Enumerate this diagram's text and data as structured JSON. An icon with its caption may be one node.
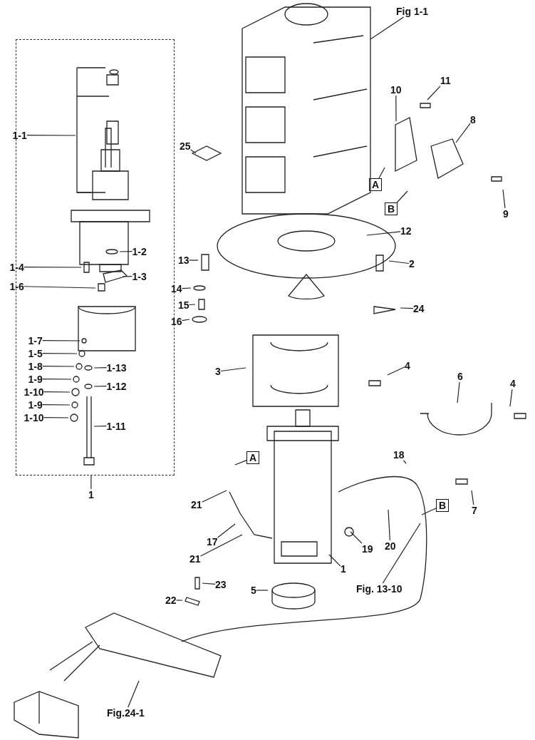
{
  "diagram": {
    "nodes": [
      {
        "text": [],
        "shape": "box"
      },
      {
        "text": [
          "1-1"
        ],
        "in": 0
      },
      {
        "text": [
          "1-2"
        ],
        "in": 0
      },
      {
        "text": [
          "1-4"
        ],
        "in": 0
      },
      {
        "text": [
          "1-3"
        ],
        "in": 0
      },
      {
        "text": [
          "1-6"
        ],
        "in": 0
      },
      {
        "text": [
          "1-7"
        ],
        "in": 0
      },
      {
        "text": [
          "1-5"
        ],
        "in": 0
      },
      {
        "text": [
          "1-13"
        ],
        "in": 0
      },
      {
        "text": [
          "1-8"
        ],
        "in": 0
      },
      {
        "text": [
          "1-12"
        ],
        "in": 0
      },
      {
        "text": [
          "1-9"
        ],
        "in": 0
      },
      {
        "text": [
          "1-10"
        ],
        "in": 0
      },
      {
        "text": [
          "1-11"
        ],
        "in": 0
      },
      {
        "text": [
          "1-9"
        ],
        "in": 0
      },
      {
        "text": [
          "1-10"
        ],
        "in": 0
      },
      {
        "text": [
          "1"
        ]
      },
      {
        "text": [
          "Fig 1-1"
        ]
      },
      {
        "text": [
          "11"
        ]
      },
      {
        "text": [
          "10"
        ]
      },
      {
        "text": [
          "8"
        ]
      },
      {
        "text": [
          "25"
        ]
      },
      {
        "text": [
          "A"
        ]
      },
      {
        "text": [
          "B"
        ]
      },
      {
        "text": [
          "9"
        ]
      },
      {
        "text": [
          "12"
        ]
      },
      {
        "text": [
          "13"
        ]
      },
      {
        "text": [
          "2"
        ]
      },
      {
        "text": [
          "14"
        ]
      },
      {
        "text": [
          "15"
        ]
      },
      {
        "text": [
          "24"
        ]
      },
      {
        "text": [
          "16"
        ]
      },
      {
        "text": [
          "3"
        ]
      },
      {
        "text": [
          "4"
        ]
      },
      {
        "text": [
          "6"
        ]
      },
      {
        "text": [
          "4"
        ]
      },
      {
        "text": [
          "A"
        ]
      },
      {
        "text": [
          "18"
        ]
      },
      {
        "text": [
          "21"
        ]
      },
      {
        "text": [
          "7"
        ]
      },
      {
        "text": [
          "17"
        ]
      },
      {
        "text": [
          "19"
        ]
      },
      {
        "text": [
          "20"
        ]
      },
      {
        "text": [
          "B"
        ]
      },
      {
        "text": [
          "21"
        ]
      },
      {
        "text": [
          "1"
        ]
      },
      {
        "text": [
          "5"
        ]
      },
      {
        "text": [
          "Fig. 13-10"
        ]
      },
      {
        "text": [
          "23"
        ]
      },
      {
        "text": [
          "22"
        ]
      },
      {
        "text": [
          "Fig.24-1"
        ]
      }
    ],
    "edges": [
      {
        "from": 1,
        "to": null,
        "arrow": "none"
      },
      {
        "from": 2,
        "to": null,
        "arrow": "none"
      },
      {
        "from": 3,
        "to": null,
        "arrow": "none"
      },
      {
        "from": 4,
        "to": null,
        "arrow": "none"
      },
      {
        "from": 5,
        "to": null,
        "arrow": "none"
      },
      {
        "from": 6,
        "to": null,
        "arrow": "none"
      },
      {
        "from": 7,
        "to": null,
        "arrow": "none"
      },
      {
        "from": 8,
        "to": null,
        "arrow": "none"
      },
      {
        "from": 9,
        "to": null,
        "arrow": "none"
      },
      {
        "from": 10,
        "to": null,
        "arrow": "none"
      },
      {
        "from": 11,
        "to": null,
        "arrow": "none"
      },
      {
        "from": 12,
        "to": null,
        "arrow": "none"
      },
      {
        "from": 13,
        "to": null,
        "arrow": "none"
      },
      {
        "from": 14,
        "to": null,
        "arrow": "none"
      },
      {
        "from": 15,
        "to": null,
        "arrow": "none"
      },
      {
        "from": 16,
        "to": 0,
        "arrow": "none"
      },
      {
        "from": 17,
        "to": null,
        "arrow": "none"
      },
      {
        "from": 18,
        "to": null,
        "arrow": "none"
      },
      {
        "from": 19,
        "to": null,
        "arrow": "none"
      },
      {
        "from": 20,
        "to": null,
        "arrow": "none"
      },
      {
        "from": 21,
        "to": null,
        "arrow": "none"
      },
      {
        "from": 22,
        "to": null,
        "arrow": "none"
      },
      {
        "from": 23,
        "to": null,
        "arrow": "none"
      },
      {
        "from": 24,
        "to": null,
        "arrow": "none"
      },
      {
        "from": 25,
        "to": null,
        "arrow": "none"
      },
      {
        "from": 26,
        "to": null,
        "arrow": "none"
      },
      {
        "from": 27,
        "to": null,
        "arrow": "none"
      },
      {
        "from": 28,
        "to": null,
        "arrow": "none"
      },
      {
        "from": 29,
        "to": null,
        "arrow": "none"
      },
      {
        "from": 30,
        "to": null,
        "arrow": "none"
      },
      {
        "from": 31,
        "to": null,
        "arrow": "none"
      },
      {
        "from": 32,
        "to": null,
        "arrow": "none"
      },
      {
        "from": 33,
        "to": null,
        "arrow": "none"
      },
      {
        "from": 34,
        "to": null,
        "arrow": "none"
      },
      {
        "from": 35,
        "to": null,
        "arrow": "none"
      },
      {
        "from": 36,
        "to": null,
        "arrow": "none"
      },
      {
        "from": 37,
        "to": null,
        "arrow": "none"
      },
      {
        "from": 38,
        "to": null,
        "arrow": "none"
      },
      {
        "from": 39,
        "to": null,
        "arrow": "none"
      },
      {
        "from": 40,
        "to": null,
        "arrow": "none"
      },
      {
        "from": 41,
        "to": null,
        "arrow": "none"
      },
      {
        "from": 42,
        "to": null,
        "arrow": "none"
      },
      {
        "from": 43,
        "to": null,
        "arrow": "none"
      },
      {
        "from": 44,
        "to": null,
        "arrow": "none"
      },
      {
        "from": 45,
        "to": null,
        "arrow": "none"
      },
      {
        "from": 46,
        "to": null,
        "arrow": "none"
      },
      {
        "from": 47,
        "to": null,
        "arrow": "none"
      },
      {
        "from": 48,
        "to": null,
        "arrow": "none"
      },
      {
        "from": 49,
        "to": null,
        "arrow": "none"
      },
      {
        "from": 50,
        "to": null,
        "arrow": "none"
      }
    ]
  }
}
